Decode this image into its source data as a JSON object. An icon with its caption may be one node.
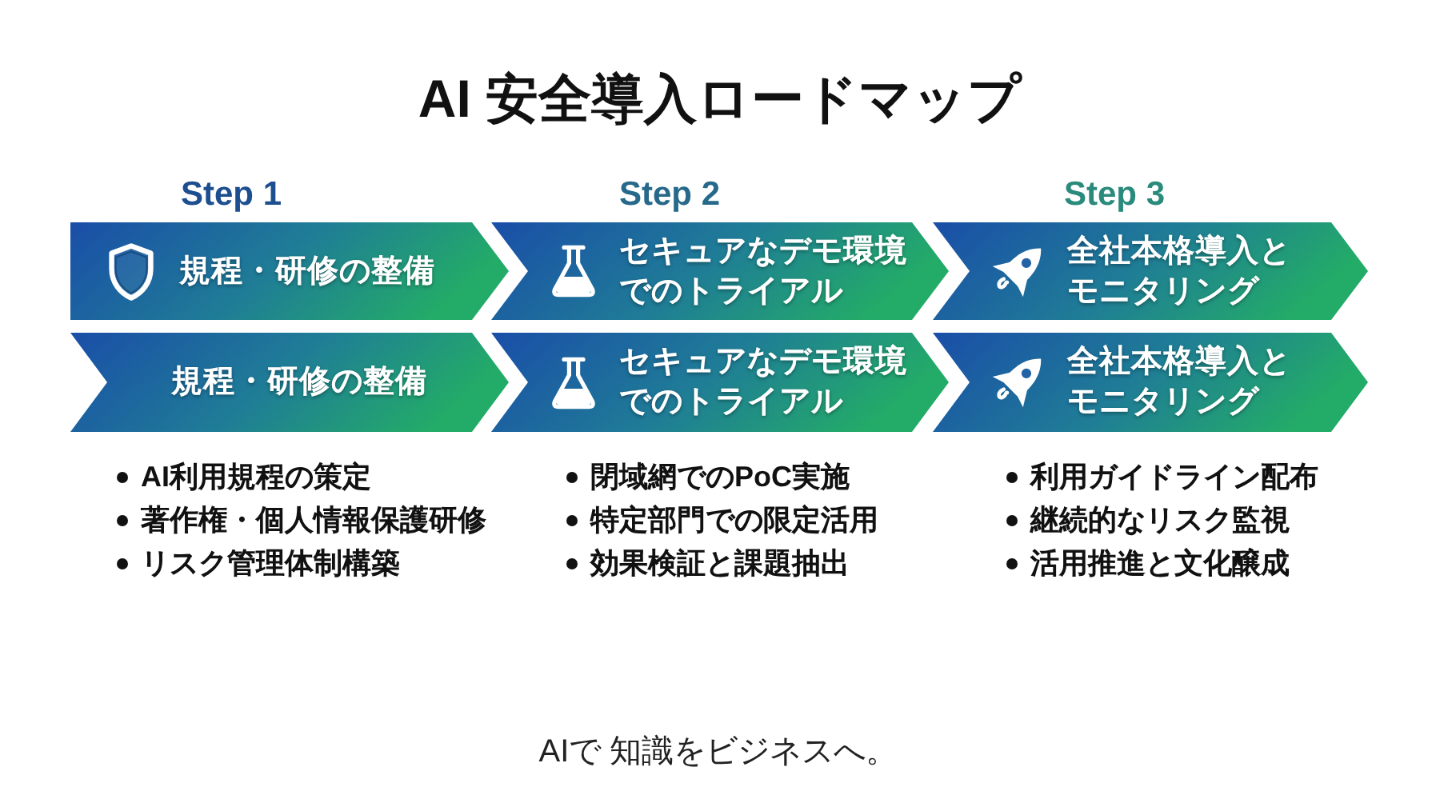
{
  "diagram": {
    "title": "AI 安全導入ロードマップ",
    "nodes": [
      {
        "text": [
          "規程・研修の整備"
        ]
      },
      {
        "text": [
          "セキュアなデモ環境でのトライアル"
        ]
      },
      {
        "text": [
          "全社本格導入とモニタリング"
        ]
      },
      {
        "text": [
          "規程・研修の整備"
        ]
      },
      {
        "text": [
          "セキュアなデモ環境でのトライアル"
        ]
      },
      {
        "text": [
          "全社本格導入とモニタリング"
        ]
      }
    ],
    "labels": [
      "Step 1",
      "Step 2",
      "Step 3",
      "AI利用規程の策定",
      "著作権・個人情報保護研修",
      "リスク管理体制構築",
      "閉域網でのPoC実施",
      "特定部門での限定活用",
      "効果検証と課題抽出",
      "利用ガイドライン配布",
      "継続的なリスク監視",
      "活用推進と文化醸成",
      "AIで 知識をビジネスへ。"
    ]
  }
}
